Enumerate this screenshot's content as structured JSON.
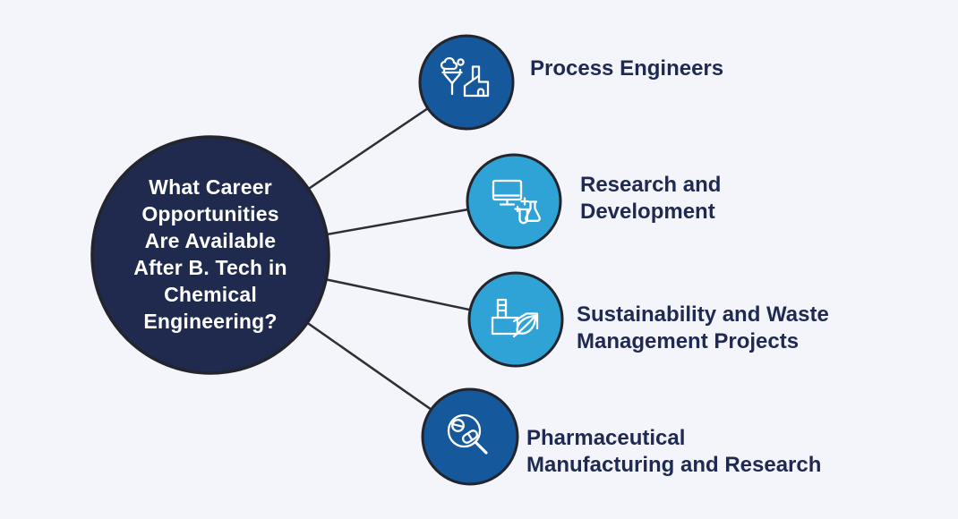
{
  "title": "What Career Opportunities Are Available After B. Tech in Chemical Engineering?",
  "center": {
    "lines": [
      "What Career",
      "Opportunities",
      "Are Available",
      "After B. Tech in",
      "Chemical",
      "Engineering?"
    ]
  },
  "nodes": [
    {
      "id": "process-engineers",
      "icon": "funnel-factory-icon",
      "fill": "#15589B",
      "label_lines": [
        "Process Engineers"
      ]
    },
    {
      "id": "research-and-development",
      "icon": "computer-flask-icon",
      "fill": "#2FA2D6",
      "label_lines": [
        "Research and",
        "Development"
      ]
    },
    {
      "id": "sustainability-waste-management",
      "icon": "factory-leaf-icon",
      "fill": "#2FA2D6",
      "label_lines": [
        "Sustainability and Waste",
        "Management Projects"
      ]
    },
    {
      "id": "pharmaceutical-manufacturing-research",
      "icon": "magnifier-pills-icon",
      "fill": "#15589B",
      "label_lines": [
        "Pharmaceutical",
        "Manufacturing and Research"
      ]
    }
  ],
  "colors": {
    "background": "#F4F4FB",
    "center_fill": "#202A4E",
    "outline": "#23242C",
    "connector": "#2E2E38",
    "node_dark": "#15589B",
    "node_light": "#2FA2D6",
    "label_text": "#1F2A52",
    "icon_stroke": "#FFFFFF"
  }
}
